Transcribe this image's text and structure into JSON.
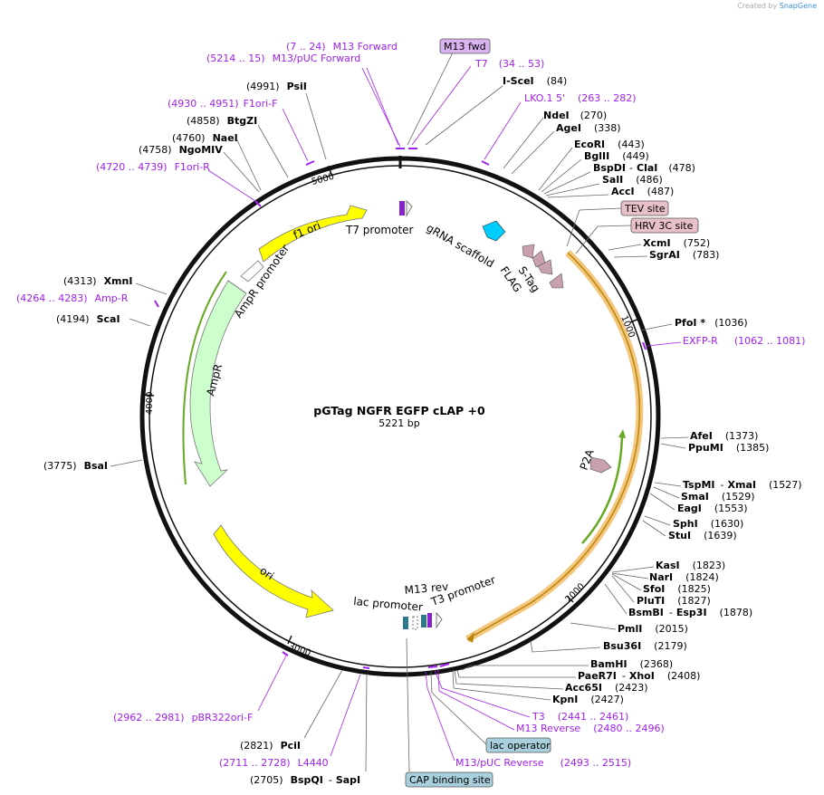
{
  "plasmid": {
    "name": "pGTag NGFR EGFP cLAP +0",
    "length_label": "5221 bp"
  },
  "credit": {
    "prefix": "Created by",
    "brand": "SnapGene"
  },
  "ticks": [
    "1000",
    "2000",
    "3000",
    "4000",
    "5000"
  ],
  "features": {
    "f1_ori": "f1 ori",
    "ampr_promoter": "AmpR promoter",
    "ampr": "AmpR",
    "t7_promoter": "T7 promoter",
    "grna_scaffold": "gRNA scaffold",
    "s_tag": "S-Tag",
    "flag": "FLAG",
    "p2a": "P2A",
    "ori": "ori",
    "lac_promoter": "lac promoter",
    "m13_rev": "M13 rev",
    "t3_promoter": "T3 promoter"
  },
  "labels": [
    {
      "id": "m13-forward",
      "type": "primer",
      "pos": "(7 .. 24)",
      "name": "M13 Forward"
    },
    {
      "id": "m13-puc-forward",
      "type": "primer",
      "pos": "(5214 .. 15)",
      "name": "M13/pUC Forward"
    },
    {
      "id": "m13-fwd",
      "type": "boxed",
      "name": "M13 fwd"
    },
    {
      "id": "t7",
      "type": "primer",
      "name": "T7",
      "pos": "(34 .. 53)"
    },
    {
      "id": "psii",
      "type": "site",
      "pos": "(4991)",
      "name": "PsiI"
    },
    {
      "id": "i-scei",
      "type": "site",
      "name": "I-SceI",
      "pos": "(84)"
    },
    {
      "id": "lko1-5",
      "type": "primer",
      "name": "LKO.1 5'",
      "pos": "(263 .. 282)"
    },
    {
      "id": "f1ori-f",
      "type": "primer",
      "pos": "(4930 .. 4951)",
      "name": "F1ori-F"
    },
    {
      "id": "ndei",
      "type": "site",
      "name": "NdeI",
      "pos": "(270)"
    },
    {
      "id": "btgzi",
      "type": "site",
      "pos": "(4858)",
      "name": "BtgZI"
    },
    {
      "id": "agei",
      "type": "site",
      "name": "AgeI",
      "pos": "(338)"
    },
    {
      "id": "naei",
      "type": "site",
      "pos": "(4760)",
      "name": "NaeI"
    },
    {
      "id": "ecori",
      "type": "site",
      "name": "EcoRI",
      "pos": "(443)"
    },
    {
      "id": "ngomiv",
      "type": "site",
      "pos": "(4758)",
      "name": "NgoMIV"
    },
    {
      "id": "bglii",
      "type": "site",
      "name": "BglII",
      "pos": "(449)"
    },
    {
      "id": "f1ori-r",
      "type": "primer",
      "pos": "(4720 .. 4739)",
      "name": "F1ori-R"
    },
    {
      "id": "bspdi",
      "type": "site",
      "name": "BspDI",
      "name2": "ClaI",
      "pos": "(478)"
    },
    {
      "id": "sali",
      "type": "site",
      "name": "SalI",
      "pos": "(486)"
    },
    {
      "id": "acci",
      "type": "site",
      "name": "AccI",
      "pos": "(487)"
    },
    {
      "id": "tev-site",
      "type": "boxed",
      "name": "TEV site"
    },
    {
      "id": "hrv-3c-site",
      "type": "boxed",
      "name": "HRV 3C site"
    },
    {
      "id": "xcmi",
      "type": "site",
      "name": "XcmI",
      "pos": "(752)"
    },
    {
      "id": "sgrai",
      "type": "site",
      "name": "SgrAI",
      "pos": "(783)"
    },
    {
      "id": "xmni",
      "type": "site",
      "pos": "(4313)",
      "name": "XmnI"
    },
    {
      "id": "amp-r",
      "type": "primer",
      "pos": "(4264 .. 4283)",
      "name": "Amp-R"
    },
    {
      "id": "scai",
      "type": "site",
      "pos": "(4194)",
      "name": "ScaI"
    },
    {
      "id": "pfoi",
      "type": "site",
      "name": "PfoI *",
      "pos": "(1036)"
    },
    {
      "id": "exfp-r",
      "type": "primer",
      "name": "EXFP-R",
      "pos": "(1062 .. 1081)"
    },
    {
      "id": "afei",
      "type": "site",
      "name": "AfeI",
      "pos": "(1373)"
    },
    {
      "id": "ppumi",
      "type": "site",
      "name": "PpuMI",
      "pos": "(1385)"
    },
    {
      "id": "bsai",
      "type": "site",
      "pos": "(3775)",
      "name": "BsaI"
    },
    {
      "id": "tspmi",
      "type": "site",
      "name": "TspMI",
      "name2": "XmaI",
      "pos": "(1527)"
    },
    {
      "id": "smai",
      "type": "site",
      "name": "SmaI",
      "pos": "(1529)"
    },
    {
      "id": "eagi",
      "type": "site",
      "name": "EagI",
      "pos": "(1553)"
    },
    {
      "id": "sphi",
      "type": "site",
      "name": "SphI",
      "pos": "(1630)"
    },
    {
      "id": "stui",
      "type": "site",
      "name": "StuI",
      "pos": "(1639)"
    },
    {
      "id": "kasi",
      "type": "site",
      "name": "KasI",
      "pos": "(1823)"
    },
    {
      "id": "nari",
      "type": "site",
      "name": "NarI",
      "pos": "(1824)"
    },
    {
      "id": "sfoi",
      "type": "site",
      "name": "SfoI",
      "pos": "(1825)"
    },
    {
      "id": "pluti",
      "type": "site",
      "name": "PluTI",
      "pos": "(1827)"
    },
    {
      "id": "bsmbi",
      "type": "site",
      "name": "BsmBI",
      "name2": "Esp3I",
      "pos": "(1878)"
    },
    {
      "id": "pmli",
      "type": "site",
      "name": "PmlI",
      "pos": "(2015)"
    },
    {
      "id": "bsu36i",
      "type": "site",
      "name": "Bsu36I",
      "pos": "(2179)"
    },
    {
      "id": "bamhi",
      "type": "site",
      "name": "BamHI",
      "pos": "(2368)"
    },
    {
      "id": "paer7i",
      "type": "site",
      "name": "PaeR7I",
      "name2": "XhoI",
      "pos": "(2408)"
    },
    {
      "id": "acc65i",
      "type": "site",
      "name": "Acc65I",
      "pos": "(2423)"
    },
    {
      "id": "kpni",
      "type": "site",
      "name": "KpnI",
      "pos": "(2427)"
    },
    {
      "id": "t3",
      "type": "primer",
      "name": "T3",
      "pos": "(2441 .. 2461)"
    },
    {
      "id": "m13-reverse",
      "type": "primer",
      "name": "M13 Reverse",
      "pos": "(2480 .. 2496)"
    },
    {
      "id": "pbr322ori-f",
      "type": "primer",
      "pos": "(2962 .. 2981)",
      "name": "pBR322ori-F"
    },
    {
      "id": "lac-operator",
      "type": "boxed",
      "name": "lac operator"
    },
    {
      "id": "m13-puc-reverse",
      "type": "primer",
      "name": "M13/pUC Reverse",
      "pos": "(2493 .. 2515)"
    },
    {
      "id": "pcii",
      "type": "site",
      "pos": "(2821)",
      "name": "PciI"
    },
    {
      "id": "l4440",
      "type": "primer",
      "pos": "(2711 .. 2728)",
      "name": "L4440"
    },
    {
      "id": "bspqi",
      "type": "site",
      "pos": "(2705)",
      "name": "BspQI",
      "name2": "SapI"
    },
    {
      "id": "cap-binding-site",
      "type": "boxed",
      "name": "CAP binding site"
    }
  ],
  "colors": {
    "primer": "#a020f0",
    "f1ori": "#ffff00",
    "ampr": "#ccffcc",
    "grna": "#00ccff",
    "tag": "#c8a0b0",
    "cds_orange": "#f5c77e",
    "cds_green": "#66aa22",
    "boxed_purple": "#d9b3f0",
    "boxed_pink": "#e8c0c8",
    "boxed_blue": "#a8d0dc"
  }
}
